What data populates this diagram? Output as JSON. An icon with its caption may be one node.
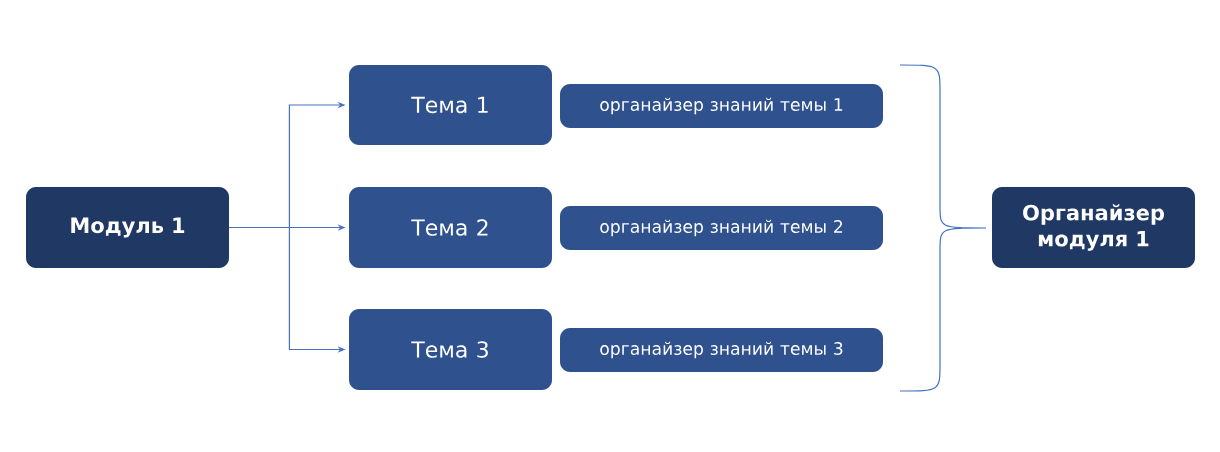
{
  "diagram": {
    "nodes": [
      {
        "text": [
          "Модуль 1"
        ]
      },
      {
        "text": [
          "Тема 1"
        ]
      },
      {
        "text": [
          "Тема 2"
        ]
      },
      {
        "text": [
          "Тема 3"
        ]
      },
      {
        "text": [
          "органайзер знаний темы 1"
        ]
      },
      {
        "text": [
          "органайзер знаний темы 2"
        ]
      },
      {
        "text": [
          "органайзер знаний темы 3"
        ]
      },
      {
        "text": [
          "Органайзер модуля 1"
        ]
      }
    ],
    "edges": [
      {
        "from": 0,
        "to": 1,
        "arrow": "to"
      },
      {
        "from": 0,
        "to": 2,
        "arrow": "to"
      },
      {
        "from": 0,
        "to": 3,
        "arrow": "to"
      }
    ]
  }
}
